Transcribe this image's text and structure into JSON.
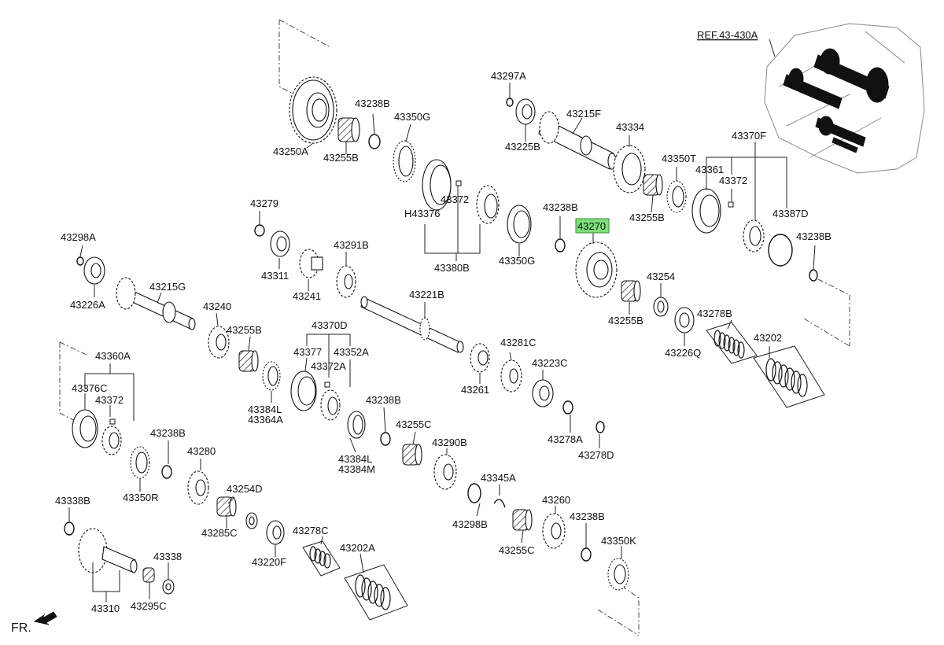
{
  "diagram": {
    "highlighted_part": "43270",
    "ref_label": "REF.43-430A",
    "direction_label": "FR.",
    "part_labels": [
      "43250A",
      "43255B",
      "43238B",
      "43350G",
      "43297A",
      "43215F",
      "43225B",
      "43334",
      "43370F",
      "43350T",
      "43361",
      "43372",
      "43255B",
      "43387D",
      "43238B",
      "43279",
      "43311",
      "43241",
      "43291B",
      "43221B",
      "H43376",
      "43372",
      "43380B",
      "43350G",
      "43238B",
      "43270",
      "43254",
      "43255B",
      "43226Q",
      "43278B",
      "43202",
      "43298A",
      "43226A",
      "43215G",
      "43240",
      "43255B",
      "43370D",
      "43377",
      "43372A",
      "43352A",
      "43384L",
      "43364A",
      "43281C",
      "43261",
      "43223C",
      "43278A",
      "43278D",
      "43360A",
      "43376C",
      "43372",
      "43238B",
      "43350R",
      "43280",
      "43238B",
      "43384L",
      "43384M",
      "43255C",
      "43290B",
      "43345A",
      "43298B",
      "43260",
      "43238B",
      "43255C",
      "43350K",
      "43254D",
      "43285C",
      "43220F",
      "43278C",
      "43202A",
      "43338B",
      "43338",
      "43310",
      "43295C"
    ]
  }
}
